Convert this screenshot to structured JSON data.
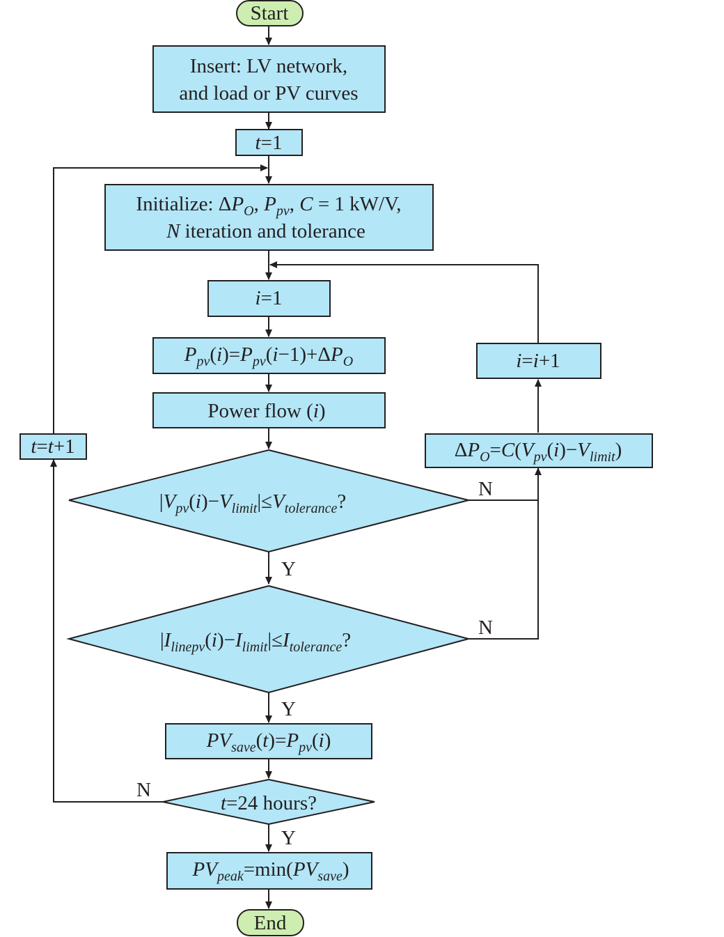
{
  "colors": {
    "box_fill": "#b3e6f7",
    "terminal_fill": "#cdeeb0",
    "stroke": "#231f20"
  },
  "nodes": {
    "start": "Start",
    "insert_line1": "Insert: LV network,",
    "insert_line2": "and load or PV curves",
    "t_init": "t=1",
    "initialize_line1": "Initialize: ΔP_O, P_pv, C = 1 kW/V,",
    "initialize_line2": "N iteration and tolerance",
    "i_init": "i=1",
    "ppv_update": "P_pv(i)=P_pv(i−1)+ΔP_O",
    "power_flow": "Power flow (i)",
    "voltage_check": "|V_pv(i)−V_limit|≤V_tolerance?",
    "current_check": "|I_linepv(i)−I_limit|≤I_tolerance?",
    "pv_save": "PV_save(t)=P_pv(i)",
    "t_check": "t=24 hours?",
    "pv_peak": "PV_peak=min(PV_save)",
    "end": "End",
    "i_increment": "i=i+1",
    "delta_p_update": "ΔP_O=C(V_pv(i)−V_limit)",
    "t_increment": "t=t+1"
  },
  "edge_labels": {
    "voltage_no": "N",
    "voltage_yes": "Y",
    "current_no": "N",
    "current_yes": "Y",
    "t_check_no": "N",
    "t_check_yes": "Y"
  }
}
